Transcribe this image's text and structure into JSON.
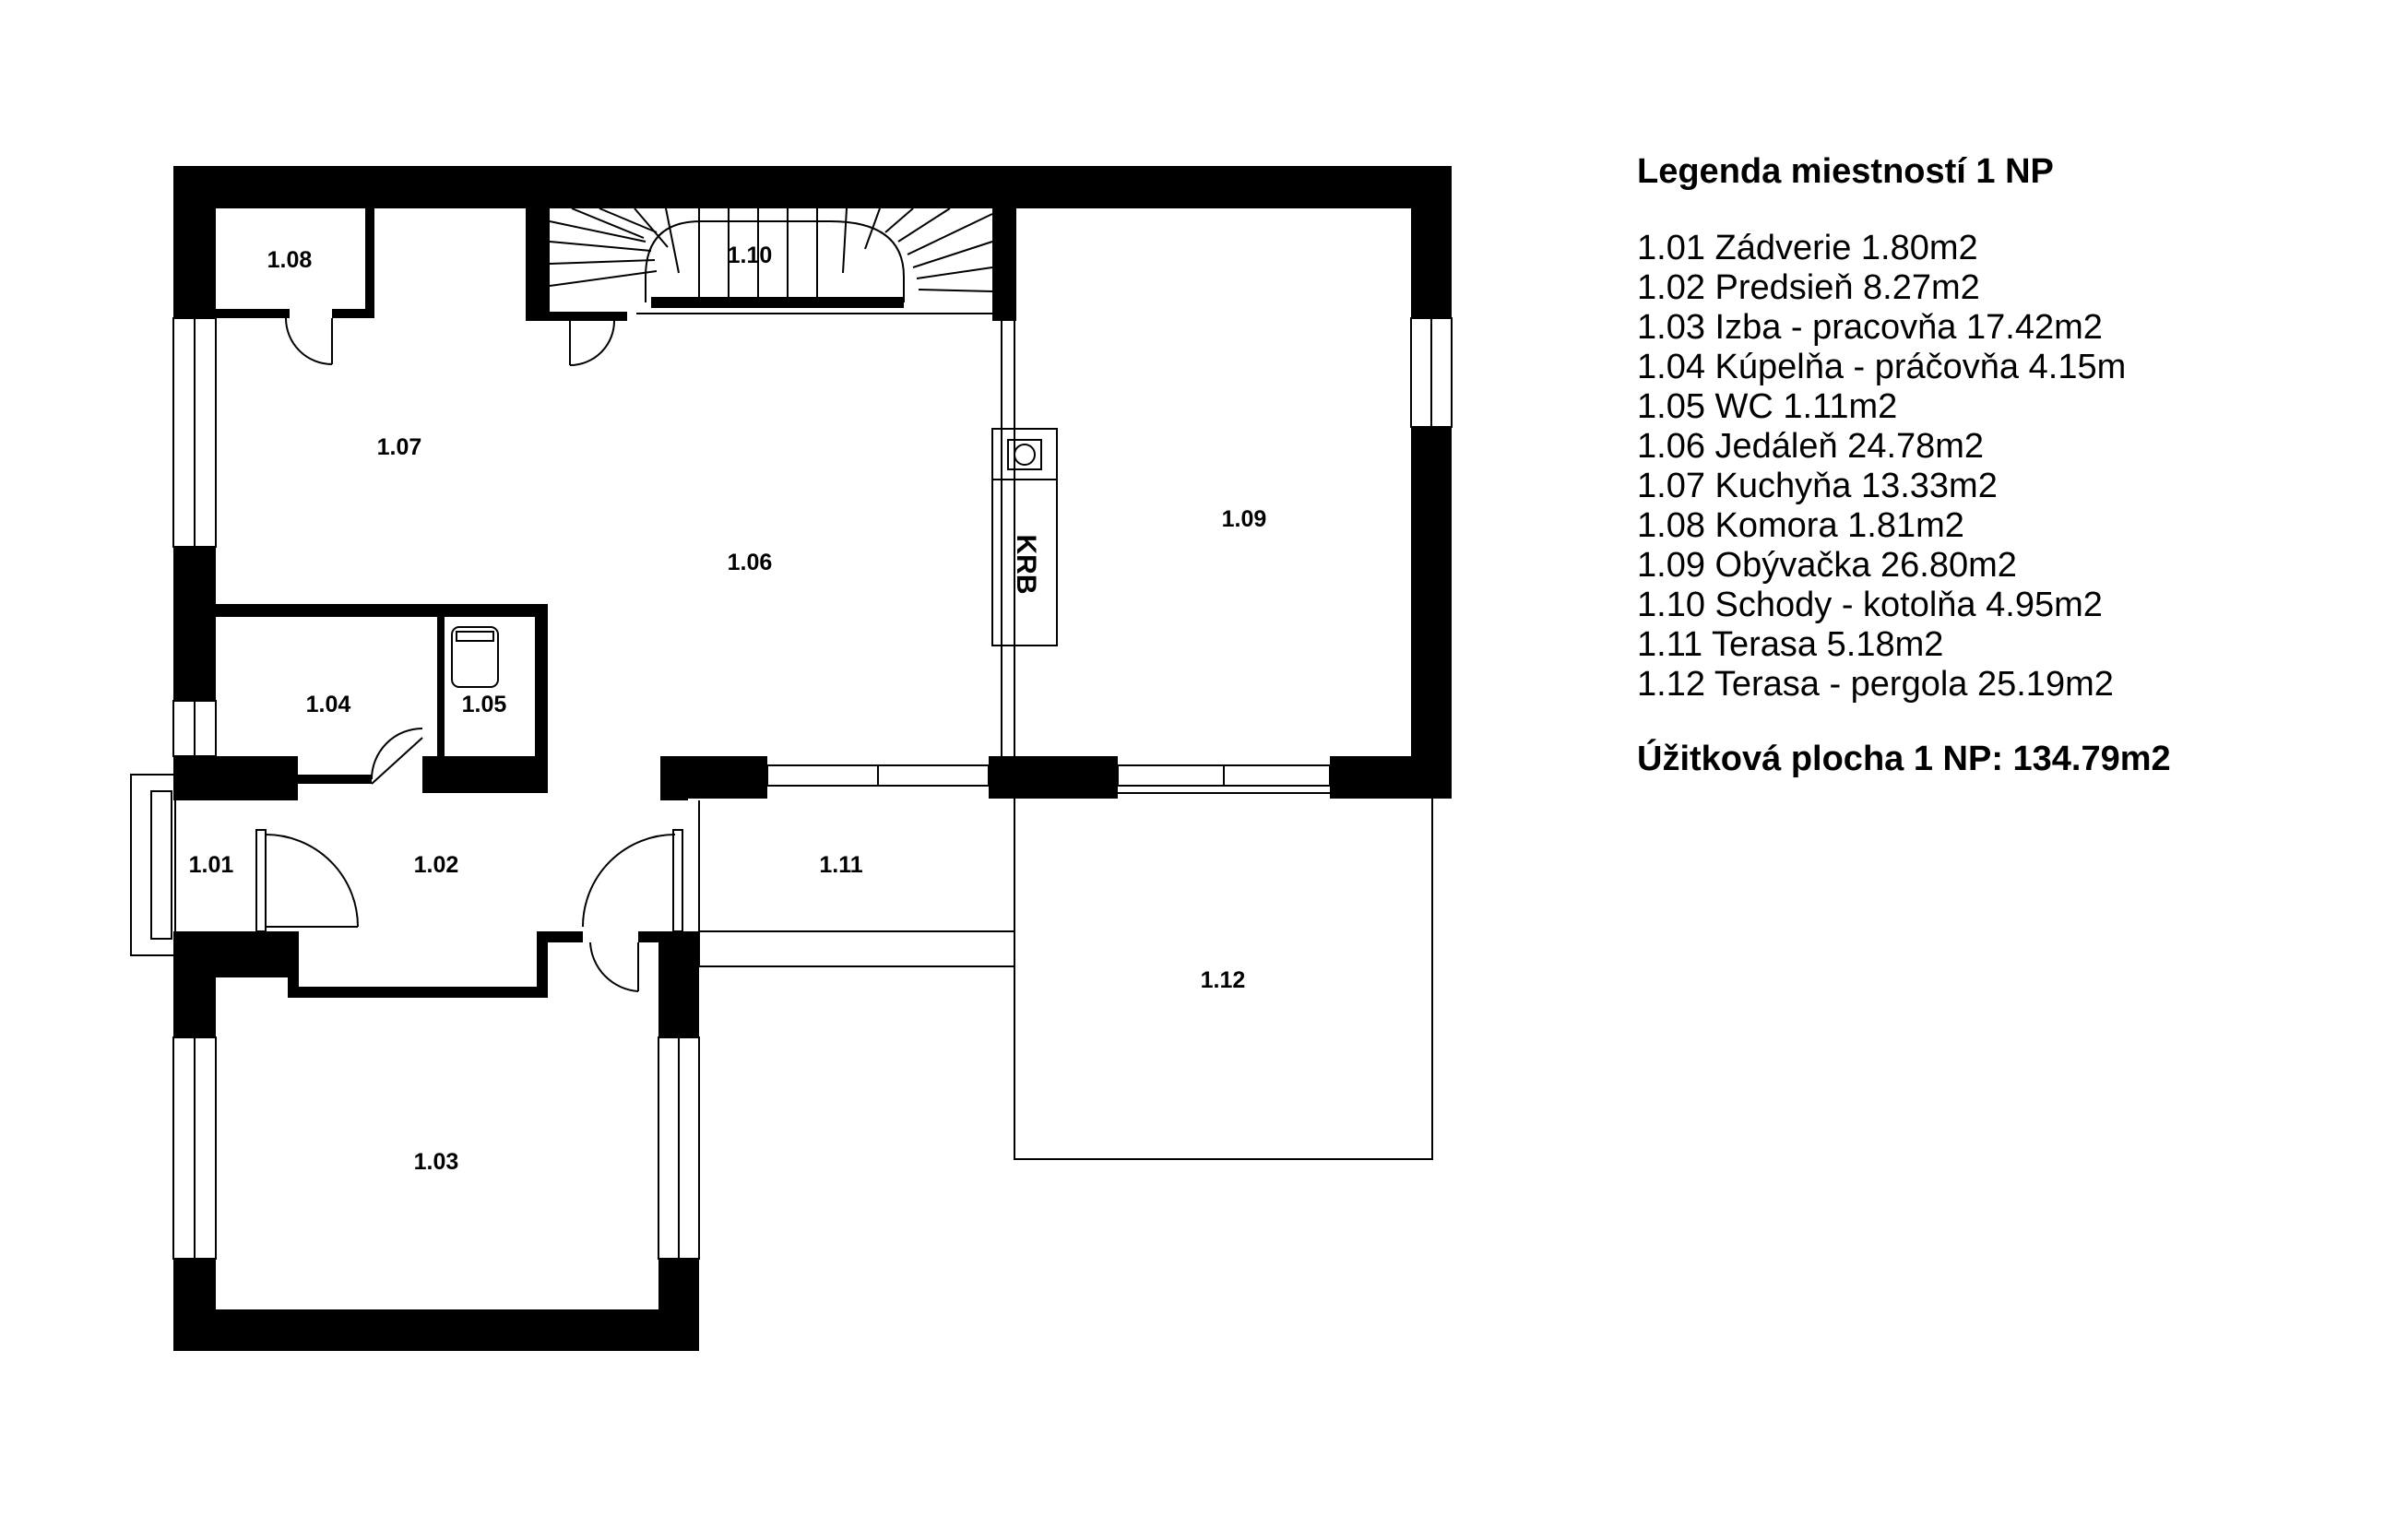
{
  "rooms": {
    "r101": "1.01",
    "r102": "1.02",
    "r103": "1.03",
    "r104": "1.04",
    "r105": "1.05",
    "r106": "1.06",
    "r107": "1.07",
    "r108": "1.08",
    "r109": "1.09",
    "r110": "1.10",
    "r111": "1.11",
    "r112": "1.12"
  },
  "fireplace_label": "KRB",
  "legend": {
    "title": "Legenda miestností 1 NP",
    "items": [
      "1.01 Zádverie 1.80m2",
      "1.02 Predsieň 8.27m2",
      "1.03 Izba - pracovňa 17.42m2",
      "1.04 Kúpelňa - práčovňa 4.15m",
      "1.05 WC 1.11m2",
      "1.06 Jedáleň 24.78m2",
      "1.07 Kuchyňa 13.33m2",
      "1.08 Komora 1.81m2",
      "1.09 Obývačka 26.80m2",
      "1.10 Schody - kotolňa 4.95m2",
      "1.11 Terasa 5.18m2",
      "1.12 Terasa - pergola 25.19m2"
    ],
    "total": "Úžitková plocha 1 NP: 134.79m2"
  }
}
